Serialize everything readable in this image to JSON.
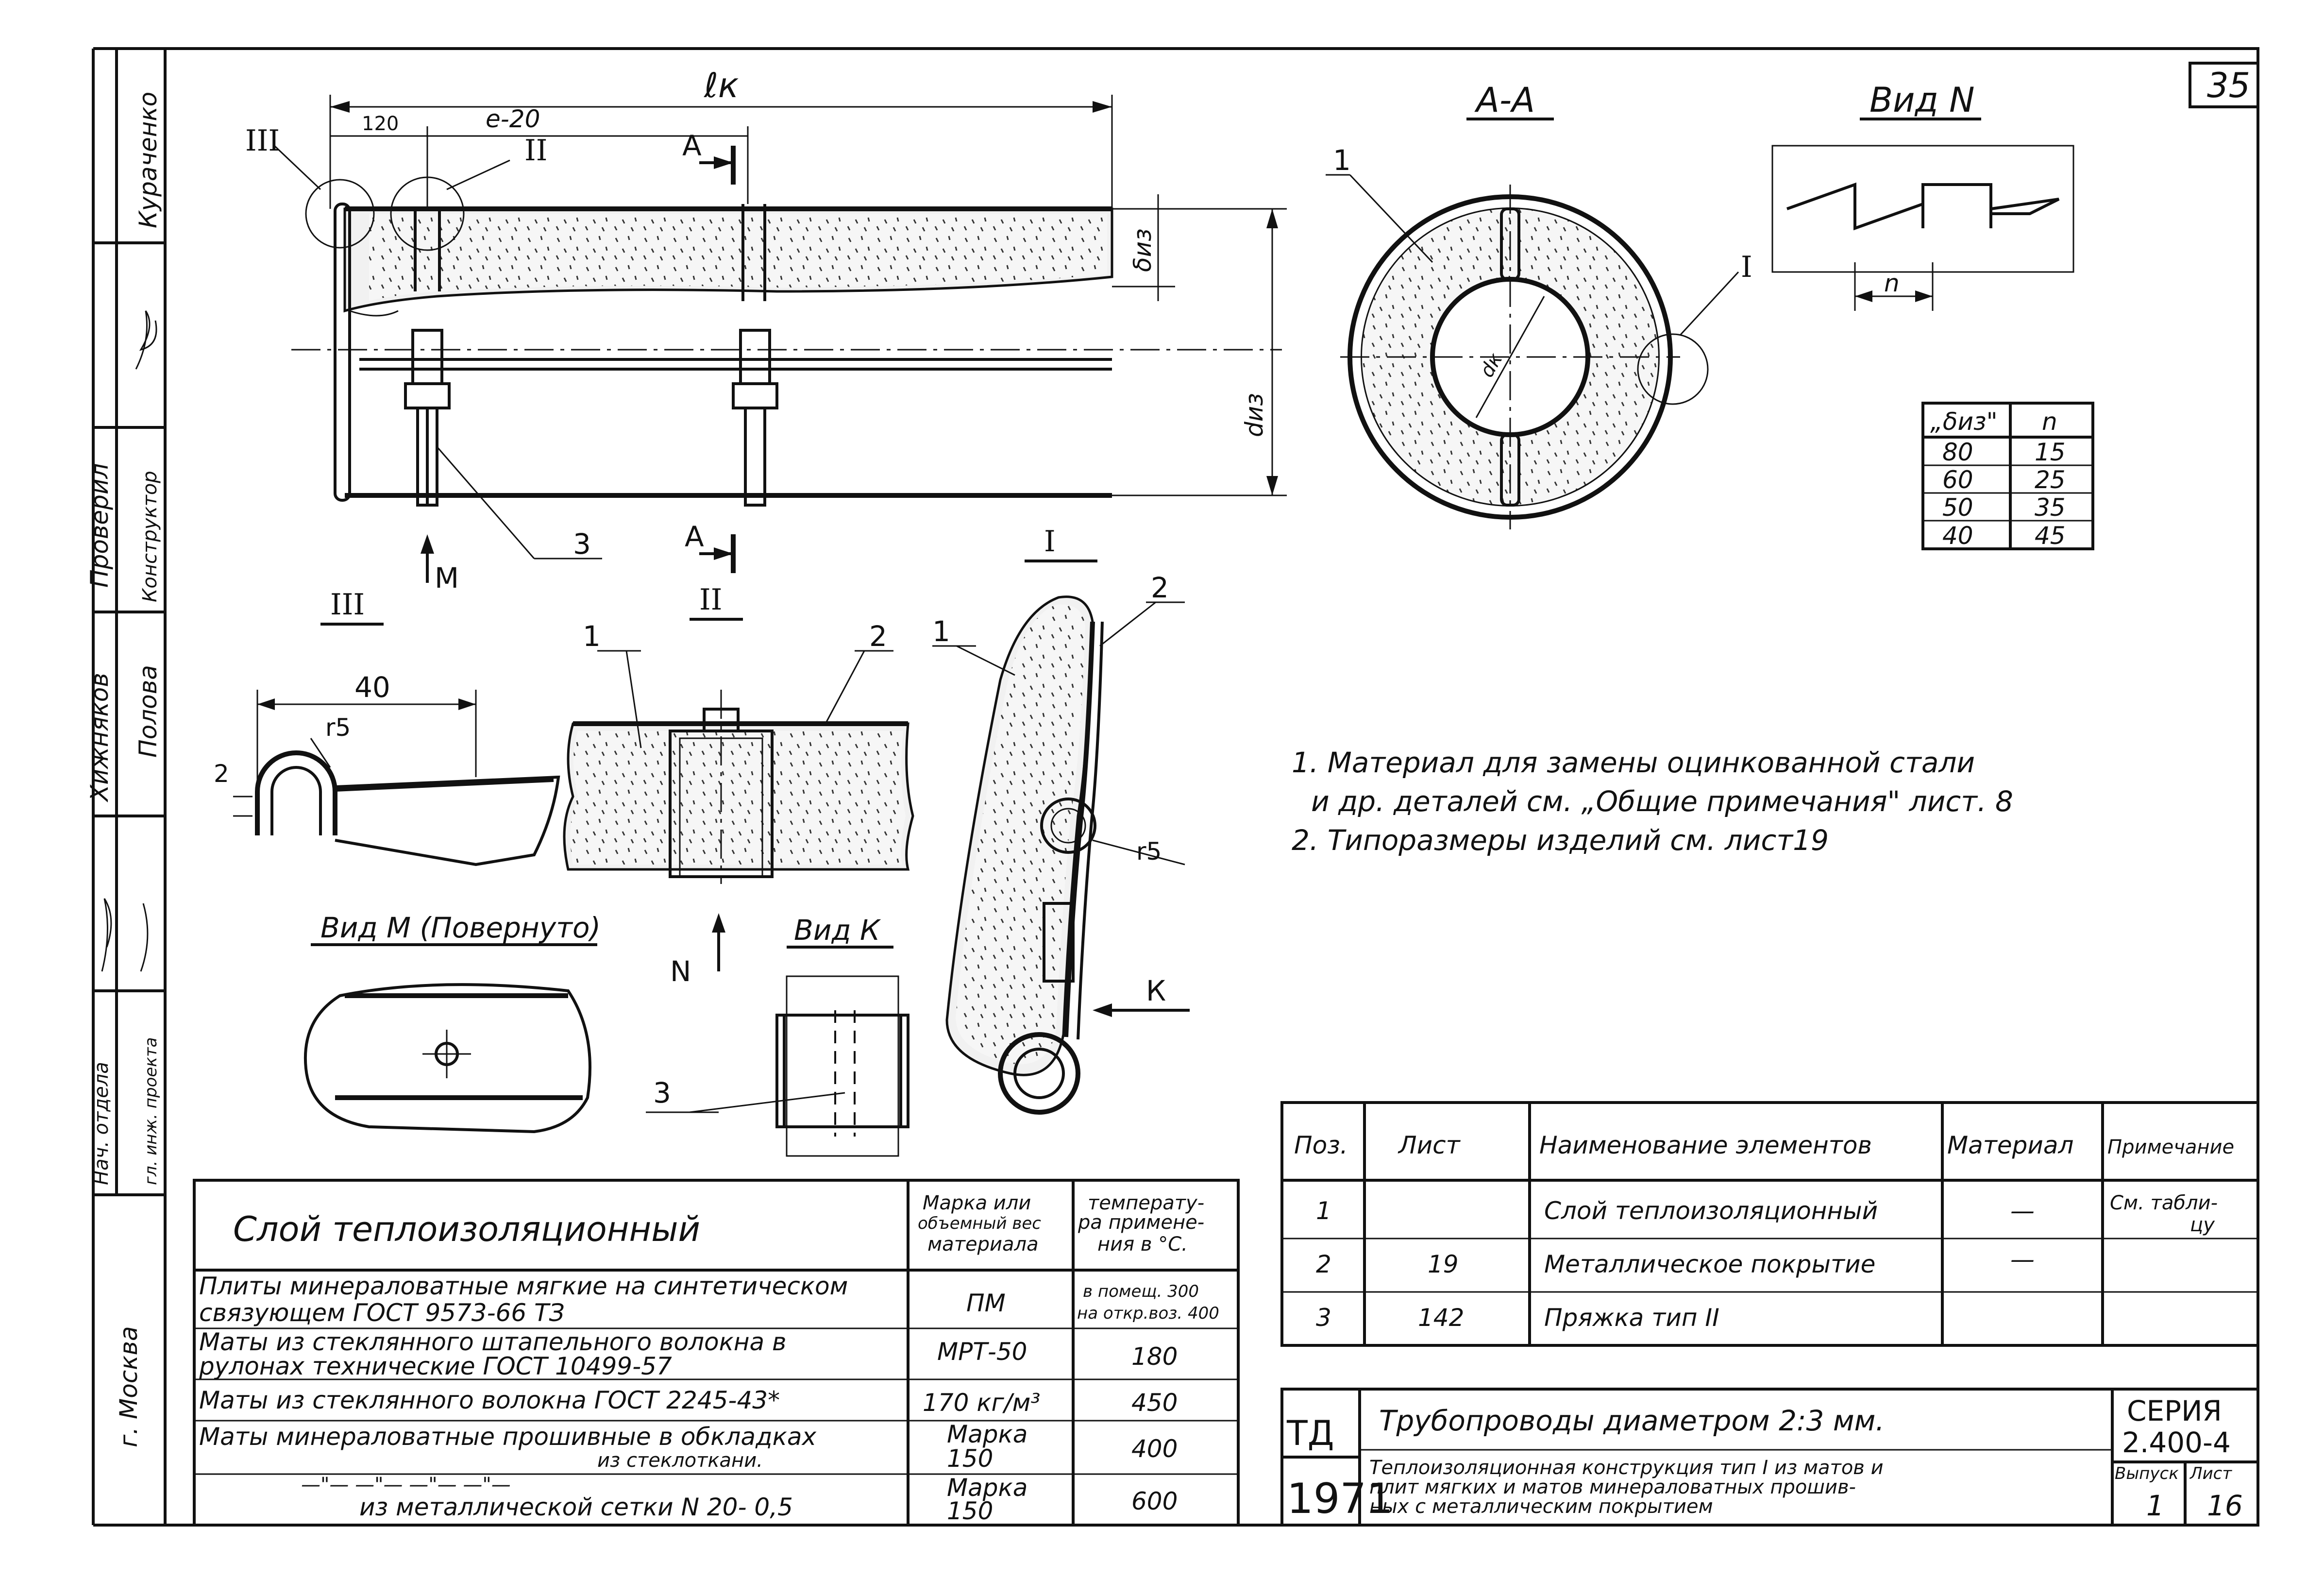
{
  "sheet": {
    "number": "35"
  },
  "side_stamp": {
    "kuravchenko": "Кураченко",
    "proveril": "Проверил",
    "konstruktor": "Конструктор",
    "khizhnyakov": "Хижняков",
    "polova": "Полова",
    "nach_otdela": "Нач. отдела",
    "gip": "гл. инж. проекта",
    "city": "г. Москва"
  },
  "drawing": {
    "dim_lk": "ℓк",
    "dim_120": "120",
    "dim_e20": "е-20",
    "roman_III": "III",
    "roman_II": "II",
    "roman_I": "I",
    "section_A": "А",
    "dim_biz": "δиз",
    "dim_diz": "dиз",
    "label_3": "3",
    "arrow_M": "М",
    "arrow_N": "N",
    "arrow_K": "К",
    "label_1": "1",
    "label_2": "2",
    "dim_40": "40",
    "dim_r25": "r5",
    "dim_2": "2",
    "dim_dk": "dк",
    "dim_n": "n"
  },
  "titles": {
    "section_AA": "А-А",
    "view_N": "Вид N",
    "detail_III": "III",
    "detail_II": "II",
    "detail_I": "I",
    "view_M": "Вид М (Повернуто)",
    "view_K": "Вид К"
  },
  "small_table": {
    "header_biz": "„δиз\"",
    "header_n": "n",
    "rows": [
      {
        "biz": "80",
        "n": "15"
      },
      {
        "biz": "60",
        "n": "25"
      },
      {
        "biz": "50",
        "n": "35"
      },
      {
        "biz": "40",
        "n": "45"
      }
    ]
  },
  "notes": {
    "line1": "1. Материал для замены оцинкованной стали",
    "line2": "и др. деталей см. „Общие примечания\" лист. 8",
    "line3": "2. Типоразмеры изделий см. лист19"
  },
  "spec_table": {
    "headers": {
      "pos": "Поз.",
      "sheet": "Лист",
      "name": "Наименование элементов",
      "material": "Материал",
      "note": "Примечание"
    },
    "rows": [
      {
        "pos": "1",
        "sheet": "",
        "name": "Слой теплоизоляционный",
        "material": "—",
        "note1": "См. табли-",
        "note2": "цу"
      },
      {
        "pos": "2",
        "sheet": "19",
        "name": "Металлическое покрытие",
        "material": "—",
        "note1": "",
        "note2": ""
      },
      {
        "pos": "3",
        "sheet": "142",
        "name": "Пряжка тип II",
        "material": "",
        "note1": "",
        "note2": ""
      }
    ]
  },
  "layer_table": {
    "header_title": "Слой теплоизоляционный",
    "header_mark1": "Марка или",
    "header_mark2": "объемный вес",
    "header_mark3": "материала",
    "header_temp1": "температу-",
    "header_temp2": "ра примене-",
    "header_temp3": "ния в °С.",
    "rows": [
      {
        "l1": "Плиты минераловатные мягкие на синтетическом",
        "l2": "связующем ГОСТ 9573-66 ТЗ",
        "mark1": "ПМ",
        "mark2": "",
        "temp1": "в помещ. 300",
        "temp2": "на откр.воз. 400"
      },
      {
        "l1": "Маты из стеклянного штапельного волокна в",
        "l2": "рулонах технические ГОСТ 10499-57",
        "mark1": "МРТ-50",
        "mark2": "",
        "temp1": "180",
        "temp2": ""
      },
      {
        "l1": "Маты из стеклянного волокна ГОСТ 2245-43*",
        "l2": "",
        "mark1": "170 кг/м³",
        "mark2": "",
        "temp1": "450",
        "temp2": ""
      },
      {
        "l1": "Маты минераловатные прошивные в обкладках",
        "l2": "из стеклоткани.",
        "mark1": "Марка",
        "mark2": "150",
        "temp1": "400",
        "temp2": ""
      },
      {
        "l1": "—\"— —\"— —\"— —\"—",
        "l2": "из металлической сетки N 20- 0,5",
        "mark1": "Марка",
        "mark2": "150",
        "temp1": "600",
        "temp2": ""
      }
    ]
  },
  "title_block": {
    "td": "ТД",
    "year": "1971",
    "title": "Трубопроводы диаметром 2:3 мм.",
    "desc1": "Теплоизоляционная конструкция тип I из матов и",
    "desc2": "плит мягких и матов минераловатных прошив-",
    "desc3": "ных с металлическим покрытием",
    "series_label": "СЕРИЯ",
    "series_value": "2.400-4",
    "issue_label": "Выпуск",
    "issue_value": "1",
    "sheet_label": "Лист",
    "sheet_value": "16"
  }
}
